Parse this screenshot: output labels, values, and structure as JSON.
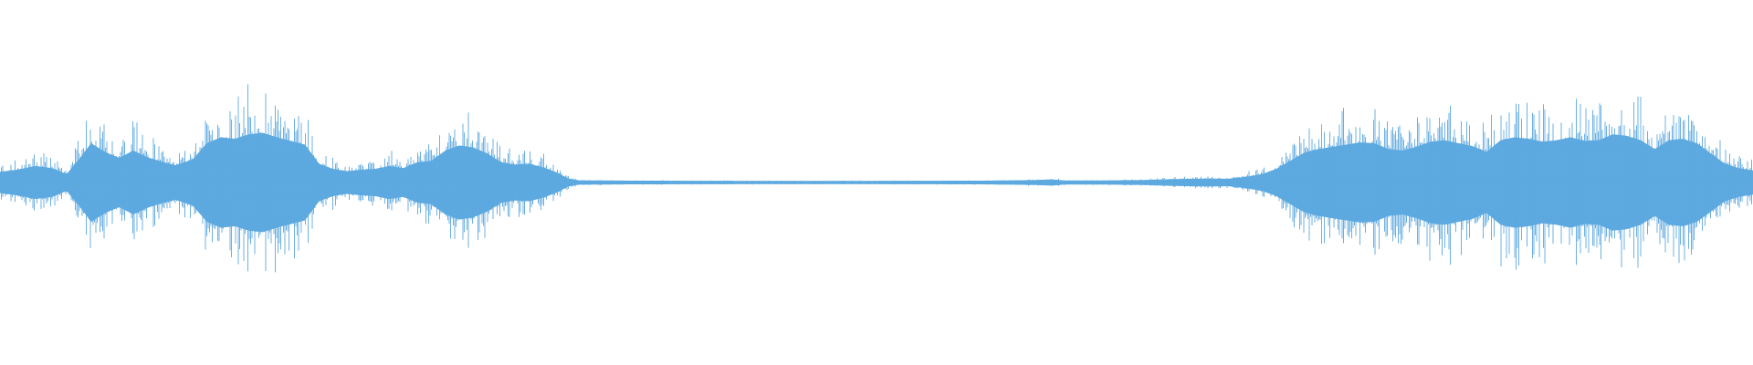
{
  "waveform": {
    "color": "#5DA9E0",
    "background": "#FFFFFF",
    "envelope": [
      [
        0.0,
        0.13
      ],
      [
        0.01,
        0.16
      ],
      [
        0.02,
        0.21
      ],
      [
        0.03,
        0.18
      ],
      [
        0.038,
        0.1
      ],
      [
        0.045,
        0.3
      ],
      [
        0.052,
        0.52
      ],
      [
        0.06,
        0.4
      ],
      [
        0.068,
        0.32
      ],
      [
        0.076,
        0.42
      ],
      [
        0.084,
        0.33
      ],
      [
        0.092,
        0.27
      ],
      [
        0.1,
        0.22
      ],
      [
        0.11,
        0.3
      ],
      [
        0.118,
        0.52
      ],
      [
        0.126,
        0.6
      ],
      [
        0.134,
        0.58
      ],
      [
        0.142,
        0.64
      ],
      [
        0.15,
        0.66
      ],
      [
        0.158,
        0.6
      ],
      [
        0.166,
        0.55
      ],
      [
        0.174,
        0.5
      ],
      [
        0.182,
        0.24
      ],
      [
        0.19,
        0.17
      ],
      [
        0.198,
        0.14
      ],
      [
        0.206,
        0.16
      ],
      [
        0.214,
        0.17
      ],
      [
        0.222,
        0.21
      ],
      [
        0.23,
        0.18
      ],
      [
        0.238,
        0.26
      ],
      [
        0.246,
        0.28
      ],
      [
        0.254,
        0.42
      ],
      [
        0.262,
        0.49
      ],
      [
        0.27,
        0.46
      ],
      [
        0.278,
        0.38
      ],
      [
        0.286,
        0.26
      ],
      [
        0.294,
        0.23
      ],
      [
        0.302,
        0.24
      ],
      [
        0.31,
        0.19
      ],
      [
        0.318,
        0.12
      ],
      [
        0.324,
        0.04
      ],
      [
        0.33,
        0.015
      ],
      [
        0.36,
        0.01
      ],
      [
        0.42,
        0.008
      ],
      [
        0.5,
        0.008
      ],
      [
        0.56,
        0.01
      ],
      [
        0.59,
        0.018
      ],
      [
        0.6,
        0.028
      ],
      [
        0.608,
        0.012
      ],
      [
        0.62,
        0.012
      ],
      [
        0.65,
        0.018
      ],
      [
        0.67,
        0.032
      ],
      [
        0.69,
        0.04
      ],
      [
        0.7,
        0.035
      ],
      [
        0.71,
        0.06
      ],
      [
        0.72,
        0.1
      ],
      [
        0.728,
        0.17
      ],
      [
        0.736,
        0.28
      ],
      [
        0.744,
        0.39
      ],
      [
        0.752,
        0.44
      ],
      [
        0.76,
        0.47
      ],
      [
        0.768,
        0.5
      ],
      [
        0.776,
        0.53
      ],
      [
        0.784,
        0.52
      ],
      [
        0.792,
        0.44
      ],
      [
        0.8,
        0.42
      ],
      [
        0.808,
        0.47
      ],
      [
        0.816,
        0.54
      ],
      [
        0.824,
        0.56
      ],
      [
        0.832,
        0.52
      ],
      [
        0.84,
        0.48
      ],
      [
        0.848,
        0.4
      ],
      [
        0.856,
        0.56
      ],
      [
        0.864,
        0.6
      ],
      [
        0.872,
        0.58
      ],
      [
        0.88,
        0.54
      ],
      [
        0.888,
        0.56
      ],
      [
        0.896,
        0.6
      ],
      [
        0.904,
        0.55
      ],
      [
        0.912,
        0.56
      ],
      [
        0.92,
        0.64
      ],
      [
        0.928,
        0.62
      ],
      [
        0.936,
        0.56
      ],
      [
        0.944,
        0.44
      ],
      [
        0.952,
        0.56
      ],
      [
        0.96,
        0.58
      ],
      [
        0.968,
        0.52
      ],
      [
        0.976,
        0.38
      ],
      [
        0.984,
        0.24
      ],
      [
        0.992,
        0.18
      ],
      [
        1.0,
        0.15
      ]
    ]
  }
}
